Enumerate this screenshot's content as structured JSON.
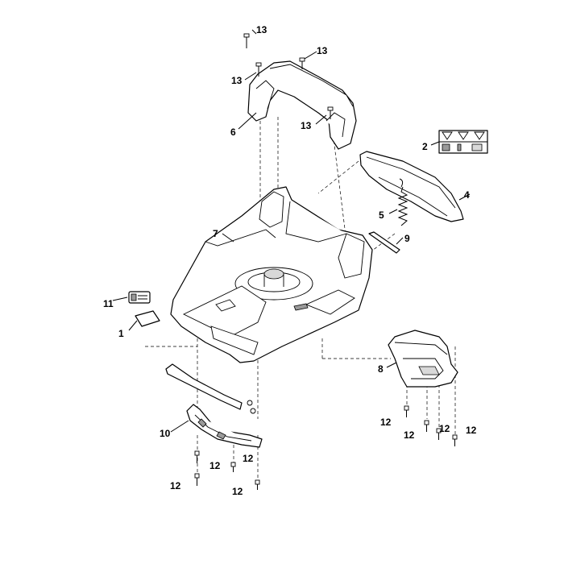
{
  "callouts": {
    "c1": "1",
    "c2": "2",
    "c4": "4",
    "c5": "5",
    "c6": "6",
    "c7": "7",
    "c8": "8",
    "c9": "9",
    "c10": "10",
    "c11": "11",
    "c12": "12",
    "c13": "13"
  },
  "icons": {
    "warning_label": "warning-triangle-icon",
    "screw": "screw-icon"
  }
}
